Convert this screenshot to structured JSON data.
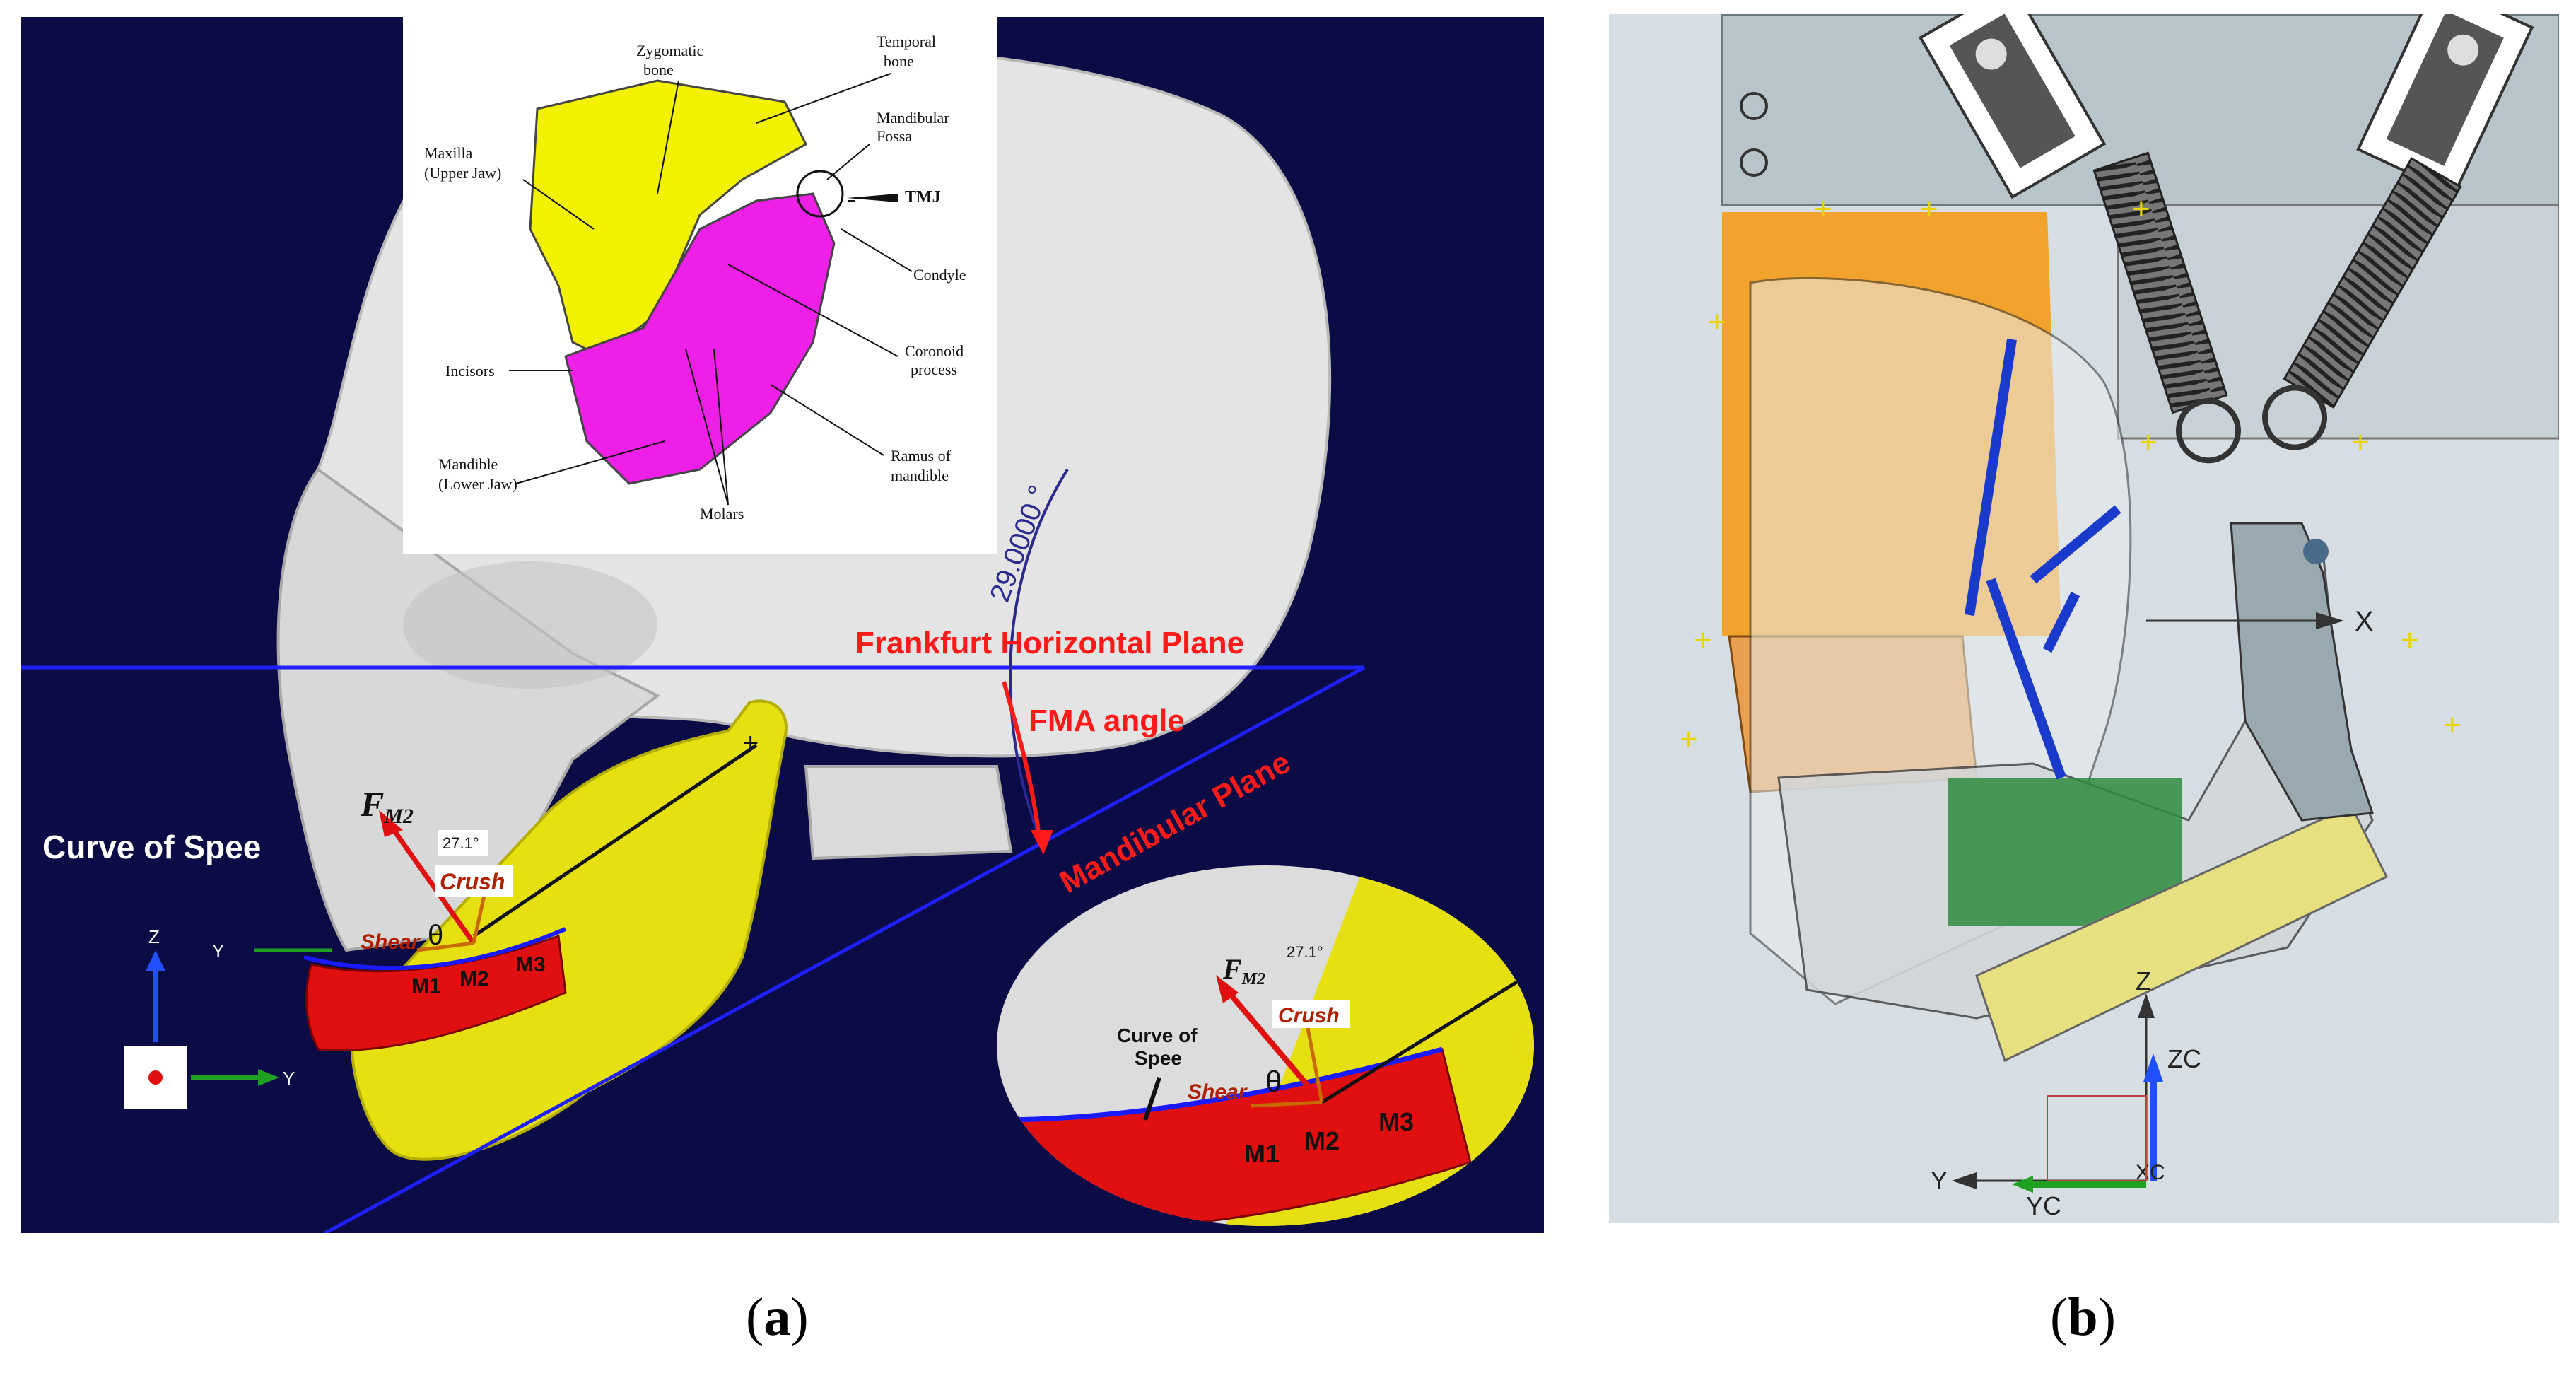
{
  "panels": {
    "a": {
      "caption_open": "(",
      "caption_letter": "a",
      "caption_close": ")",
      "inset_labels": {
        "zygomatic": [
          "Zygomatic",
          "bone"
        ],
        "temporal": [
          "Temporal",
          "bone"
        ],
        "mandibular_fossa": [
          "Mandibular",
          "Fossa"
        ],
        "maxilla": [
          "Maxilla",
          "(Upper Jaw)"
        ],
        "tmj": "TMJ",
        "condyle": "Condyle",
        "coronoid": [
          "Coronoid",
          "process"
        ],
        "incisors": "Incisors",
        "mandible": [
          "Mandible",
          "(Lower Jaw)"
        ],
        "ramus": [
          "Ramus of",
          "mandible"
        ],
        "molars": "Molars"
      },
      "angle_value": "29.0000 °",
      "frankfurt_label": "Frankfurt Horizontal Plane",
      "fma_label": "FMA angle",
      "mandibular_plane_label": "Mandibular Plane",
      "curve_of_spee": "Curve of Spee",
      "force_label": "F",
      "force_subscript": "M2",
      "angle_readout": "27.1°",
      "crush": "Crush",
      "shear": "Shear",
      "theta": "θ",
      "molar_labels": [
        "M1",
        "M2",
        "M3"
      ],
      "axis_z": "Z",
      "axis_y_left": "Y",
      "axis_y_right": "Y",
      "zoom": {
        "force_label": "F",
        "force_subscript": "M2",
        "angle_readout": "27.1°",
        "crush": "Crush",
        "curve_of_spee": [
          "Curve of",
          "Spee"
        ],
        "shear": "Shear",
        "theta": "θ",
        "molar_labels": [
          "M1",
          "M2",
          "M3"
        ]
      }
    },
    "b": {
      "caption_open": "(",
      "caption_letter": "b",
      "caption_close": ")",
      "axis_x": "X",
      "axis_z": "Z",
      "axis_zc": "ZC",
      "axis_y": "Y",
      "axis_yc": "YC",
      "axis_xc": "XC"
    }
  },
  "colors": {
    "panel_a_bg": "#0b0b45",
    "skull": "#e8e8e8",
    "maxilla_yellow": "#f2f200",
    "mandible_magenta": "#ee1fe6",
    "mandible_3d_yellow": "#e6e010",
    "teeth_red": "#e01010",
    "annotation_red": "#ff1a1a",
    "plane_blue": "#1a1aff",
    "panel_b_bg": "#d6dde3",
    "robot_orange": "#f59c1a",
    "spring_gray": "#444444"
  }
}
